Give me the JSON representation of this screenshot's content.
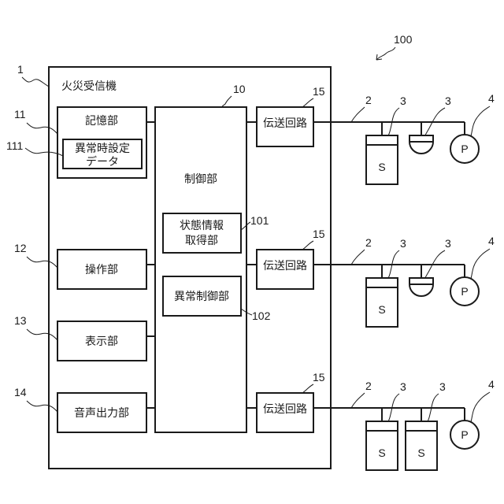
{
  "system_ref": "100",
  "receiver": {
    "ref": "1",
    "label": "火災受信機"
  },
  "storage": {
    "ref": "11",
    "label": "記憶部",
    "data": {
      "ref": "111",
      "line1": "異常時設定",
      "line2": "データ"
    }
  },
  "operation": {
    "ref": "12",
    "label": "操作部"
  },
  "display": {
    "ref": "13",
    "label": "表示部"
  },
  "audio": {
    "ref": "14",
    "label": "音声出力部"
  },
  "control": {
    "ref": "10",
    "label": "制御部",
    "status": {
      "ref": "101",
      "line1": "状態情報",
      "line2": "取得部"
    },
    "abnormal": {
      "ref": "102",
      "label": "異常制御部"
    }
  },
  "circuits": [
    {
      "ref": "15",
      "label": "伝送回路",
      "line_ref": "2",
      "devices": [
        {
          "type": "box-sensor",
          "ref": "3",
          "symbol": "S"
        },
        {
          "type": "dome-sensor",
          "ref": "3"
        },
        {
          "type": "pushbutton",
          "ref": "4",
          "symbol": "P"
        }
      ]
    },
    {
      "ref": "15",
      "label": "伝送回路",
      "line_ref": "2",
      "devices": [
        {
          "type": "box-sensor",
          "ref": "3",
          "symbol": "S"
        },
        {
          "type": "dome-sensor",
          "ref": "3"
        },
        {
          "type": "pushbutton",
          "ref": "4",
          "symbol": "P"
        }
      ]
    },
    {
      "ref": "15",
      "label": "伝送回路",
      "line_ref": "2",
      "devices": [
        {
          "type": "box-sensor",
          "ref": "3",
          "symbol": "S"
        },
        {
          "type": "box-sensor",
          "ref": "3",
          "symbol": "S"
        },
        {
          "type": "pushbutton",
          "ref": "4",
          "symbol": "P"
        }
      ]
    }
  ]
}
